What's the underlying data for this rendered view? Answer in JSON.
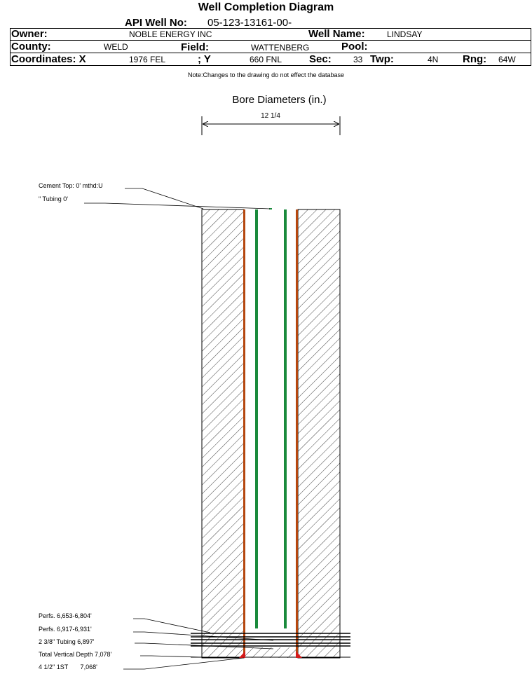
{
  "title": "Well Completion Diagram",
  "header": {
    "api_label": "API Well No:",
    "api_value": "05-123-13161-00-",
    "owner_label": "Owner:",
    "owner_value": "NOBLE ENERGY INC",
    "wellname_label": "Well Name:",
    "wellname_value": "LINDSAY",
    "county_label": "County:",
    "county_value": "WELD",
    "field_label": "Field:",
    "field_value": "WATTENBERG",
    "pool_label": "Pool:",
    "pool_value": "",
    "coordx_label": "Coordinates: X",
    "coordx_value": "1976 FEL",
    "coordy_label": "; Y",
    "coordy_value": "660 FNL",
    "sec_label": "Sec:",
    "sec_value": "33",
    "twp_label": "Twp:",
    "twp_value": "4N",
    "rng_label": "Rng:",
    "rng_value": "64W"
  },
  "note": "Note:Changes to the drawing do not effect the database",
  "bore": {
    "title": "Bore Diameters (in.)",
    "diameter": "12 1/4"
  },
  "annotations": {
    "cement_top": "Cement Top: 0' mthd:U",
    "tubing_top": "\" Tubing 0'",
    "perfs_1": "Perfs. 6,653-6,804'",
    "perfs_2": "Perfs. 6,917-6,931'",
    "tubing_bottom": "2 3/8\" Tubing 6,897'",
    "tvd": "Total Vertical Depth 7,078'",
    "casing": "4 1/2\" 1ST       7,068'"
  },
  "colors": {
    "casing": "#b5470f",
    "tubing": "#1a8a3c",
    "cement_shoe": "#d41a1a",
    "hatch": "#444444"
  }
}
